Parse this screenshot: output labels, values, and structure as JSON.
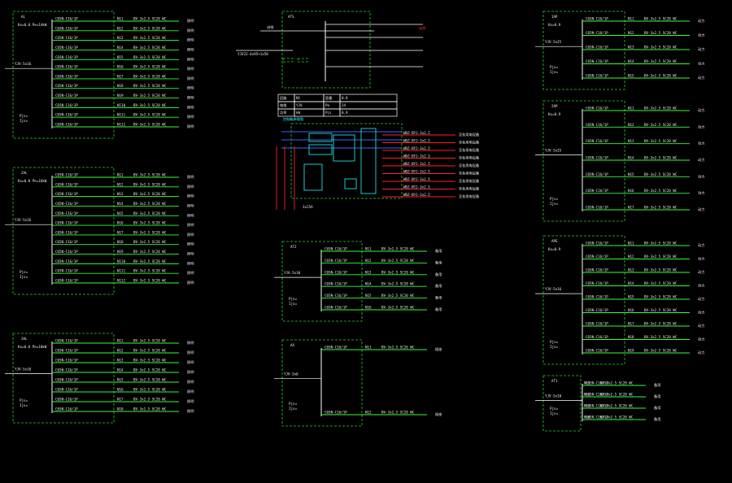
{
  "panels": [
    {
      "id": "p1",
      "label": "AL",
      "rows": 12,
      "rows_lbl": "N1",
      "breaker_line": "YJV-5x16",
      "note": "Kx=0.8 Pe=14kW",
      "load_tag": "照明"
    },
    {
      "id": "p2",
      "label": "2AL",
      "rows": 12,
      "rows_lbl": "N1",
      "breaker_line": "YJV-5x16",
      "note": "Kx=0.8 Pe=16kW",
      "load_tag": "照明"
    },
    {
      "id": "p3",
      "label": "3AL",
      "rows": 8,
      "rows_lbl": "N1",
      "breaker_line": "YJV-5x10",
      "note": "Kx=0.8 Pe=10kW",
      "load_tag": "照明"
    },
    {
      "id": "p4",
      "label": "1AP",
      "rows": 5,
      "rows_lbl": "N1",
      "breaker_line": "YJV-5x25",
      "note": "Kx=0.9",
      "load_tag": "动力"
    },
    {
      "id": "p5",
      "label": "2AP",
      "rows": 7,
      "rows_lbl": "N1",
      "breaker_line": "YJV-5x25",
      "note": "Kx=0.9",
      "load_tag": "动力"
    },
    {
      "id": "p6",
      "label": "APE",
      "rows": 9,
      "rows_lbl": "N1",
      "breaker_line": "YJV-5x16",
      "note": "Kx=0.9",
      "load_tag": "动力"
    },
    {
      "id": "p7",
      "label": "AT1",
      "rows": 4,
      "rows_lbl": "N1",
      "breaker_line": "YJV-5x10",
      "note": "",
      "load_tag": "备用"
    },
    {
      "id": "p8",
      "label": "AT2",
      "rows": 6,
      "rows_lbl": "N1",
      "breaker_line": "YJV-5x10",
      "note": "",
      "load_tag": "备用"
    },
    {
      "id": "p9",
      "label": "AX",
      "rows": 2,
      "rows_lbl": "N1",
      "breaker_line": "YJV-5x6",
      "note": "",
      "load_tag": "插座"
    }
  ],
  "top_center": {
    "label": "ATS",
    "in_label": "进线",
    "out_label": "出线"
  },
  "table_rows": [
    [
      "回路",
      "N1",
      "容量",
      "0.8"
    ],
    [
      "电缆",
      "YJV",
      "Pe",
      "24"
    ],
    [
      "功率",
      "kW",
      "Pjs",
      "0.9"
    ]
  ],
  "control": {
    "title": "控制箱原理图",
    "out_label": "至各用电设备"
  }
}
